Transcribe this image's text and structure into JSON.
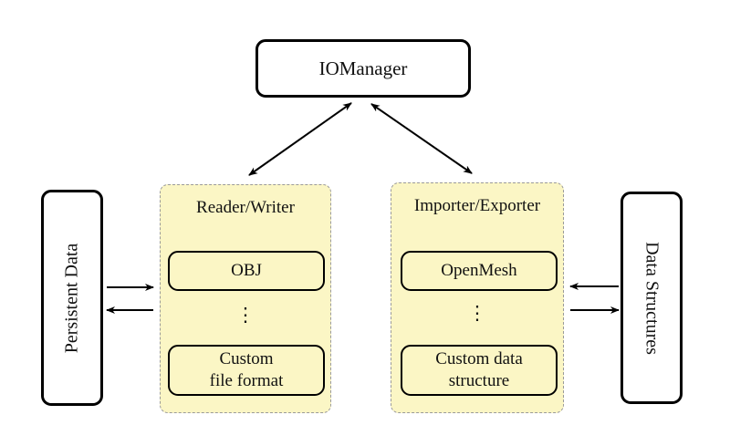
{
  "diagram": {
    "top_node": {
      "label": "IOManager"
    },
    "left_node": {
      "label": "Persistent Data"
    },
    "right_node": {
      "label": "Data Structures"
    },
    "reader_writer_panel": {
      "title": "Reader/Writer",
      "item1": "OBJ",
      "dots": "⋮",
      "item2_line1": "Custom",
      "item2_line2": "file format"
    },
    "importer_exporter_panel": {
      "title": "Importer/Exporter",
      "item1": "OpenMesh",
      "dots": "⋮",
      "item2_line1": "Custom data",
      "item2_line2": "structure"
    },
    "colors": {
      "panel_fill": "#FBF6C5",
      "panel_border": "#9A9A9A",
      "node_border": "#000000",
      "arrow": "#000000"
    }
  }
}
